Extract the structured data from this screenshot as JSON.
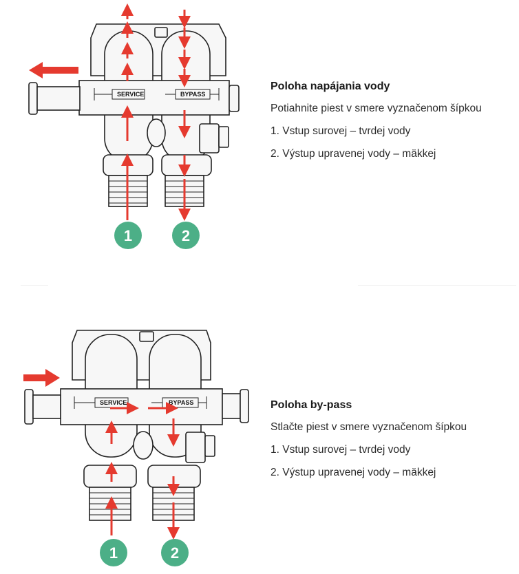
{
  "colors": {
    "arrow": "#e53a2f",
    "badge": "#4caf87",
    "outline": "#222222",
    "body_fill": "#f7f7f7"
  },
  "sections": [
    {
      "heading": "Poloha napájania vody",
      "instruction": "Potiahnite piest v smere vyznačenom šípkou",
      "item1": "1. Vstup surovej – tvrdej vody",
      "item2": "2. Výstup upravenej vody – mäkkej",
      "diagram": {
        "label_service": "SERVICE",
        "label_bypass": "BYPASS",
        "badge1": "1",
        "badge2": "2",
        "piston_direction": "left"
      }
    },
    {
      "heading": "Poloha by-pass",
      "instruction": "Stlačte piest v smere vyznačenom šípkou",
      "item1": "1. Vstup surovej – tvrdej vody",
      "item2": "2. Výstup upravenej vody – mäkkej",
      "diagram": {
        "label_service": "SERVICE",
        "label_bypass": "BYPASS",
        "badge1": "1",
        "badge2": "2",
        "piston_direction": "right"
      }
    }
  ]
}
